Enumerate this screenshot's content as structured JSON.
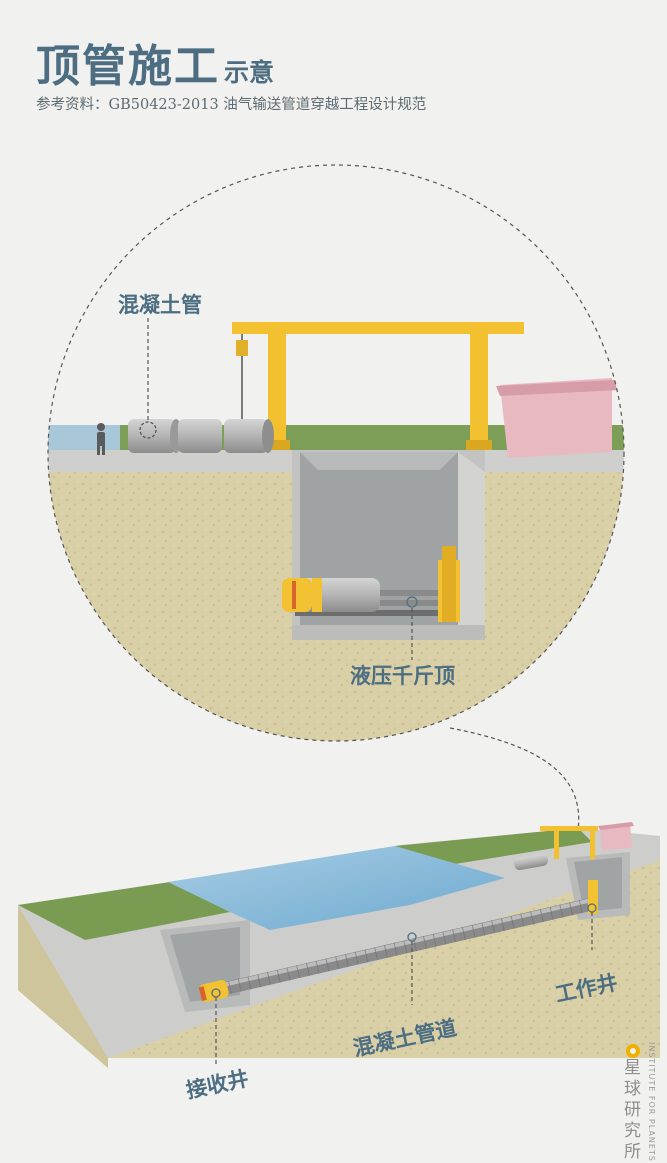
{
  "header": {
    "title_main": "顶管施工",
    "title_sub": "示意",
    "source": "参考资料：GB50423-2013 油气输送管道穿越工程设计规范"
  },
  "labels": {
    "concrete_pipe": "混凝土管",
    "hydraulic_jack": "液压千斤顶",
    "receiving_shaft": "接收井",
    "concrete_pipeline": "混凝土管道",
    "working_shaft": "工作井"
  },
  "brand": {
    "name": "星球研究所",
    "name_en": "INSTITUTE FOR PLANETS"
  },
  "colors": {
    "title": "#4d6e82",
    "soil": "#d8cfa6",
    "grass": "#789a52",
    "gantry": "#f3c12f",
    "water": "#7fb5d6",
    "pink_building": "#e8b7bf"
  }
}
